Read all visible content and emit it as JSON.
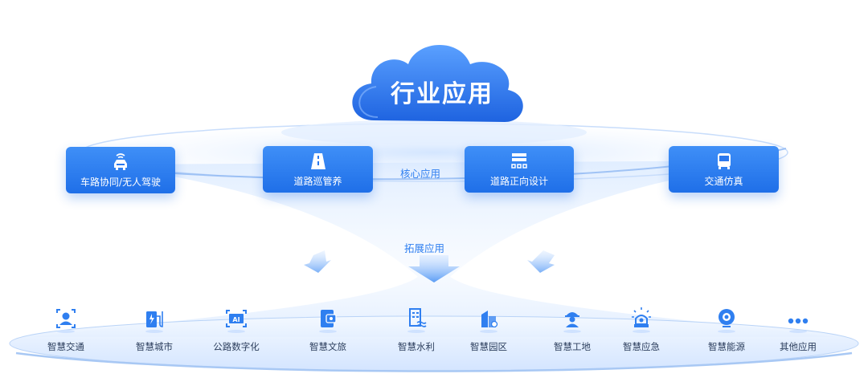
{
  "cloud": {
    "title": "行业应用"
  },
  "core_label": "核心应用",
  "expand_label": "拓展应用",
  "core_apps": [
    {
      "label": "车路协同/无人驾驶",
      "icon": "car-icon"
    },
    {
      "label": "道路巡管养",
      "icon": "road-icon"
    },
    {
      "label": "道路正向设计",
      "icon": "design-icon"
    },
    {
      "label": "交通仿真",
      "icon": "bus-icon"
    }
  ],
  "apps": [
    {
      "label": "智慧交通",
      "icon": "person-scan-icon"
    },
    {
      "label": "智慧城市",
      "icon": "charging-icon"
    },
    {
      "label": "公路数字化",
      "icon": "ai-icon"
    },
    {
      "label": "智慧文旅",
      "icon": "ticket-icon"
    },
    {
      "label": "智慧水利",
      "icon": "water-building-icon"
    },
    {
      "label": "智慧园区",
      "icon": "park-building-icon"
    },
    {
      "label": "智慧工地",
      "icon": "worker-icon"
    },
    {
      "label": "智慧应急",
      "icon": "alarm-icon"
    },
    {
      "label": "智慧能源",
      "icon": "energy-icon"
    },
    {
      "label": "其他应用",
      "icon": "more-icon"
    }
  ],
  "colors": {
    "primary": "#1f6fe8",
    "accent": "#2f7ff0",
    "text": "#2c3e5c"
  }
}
